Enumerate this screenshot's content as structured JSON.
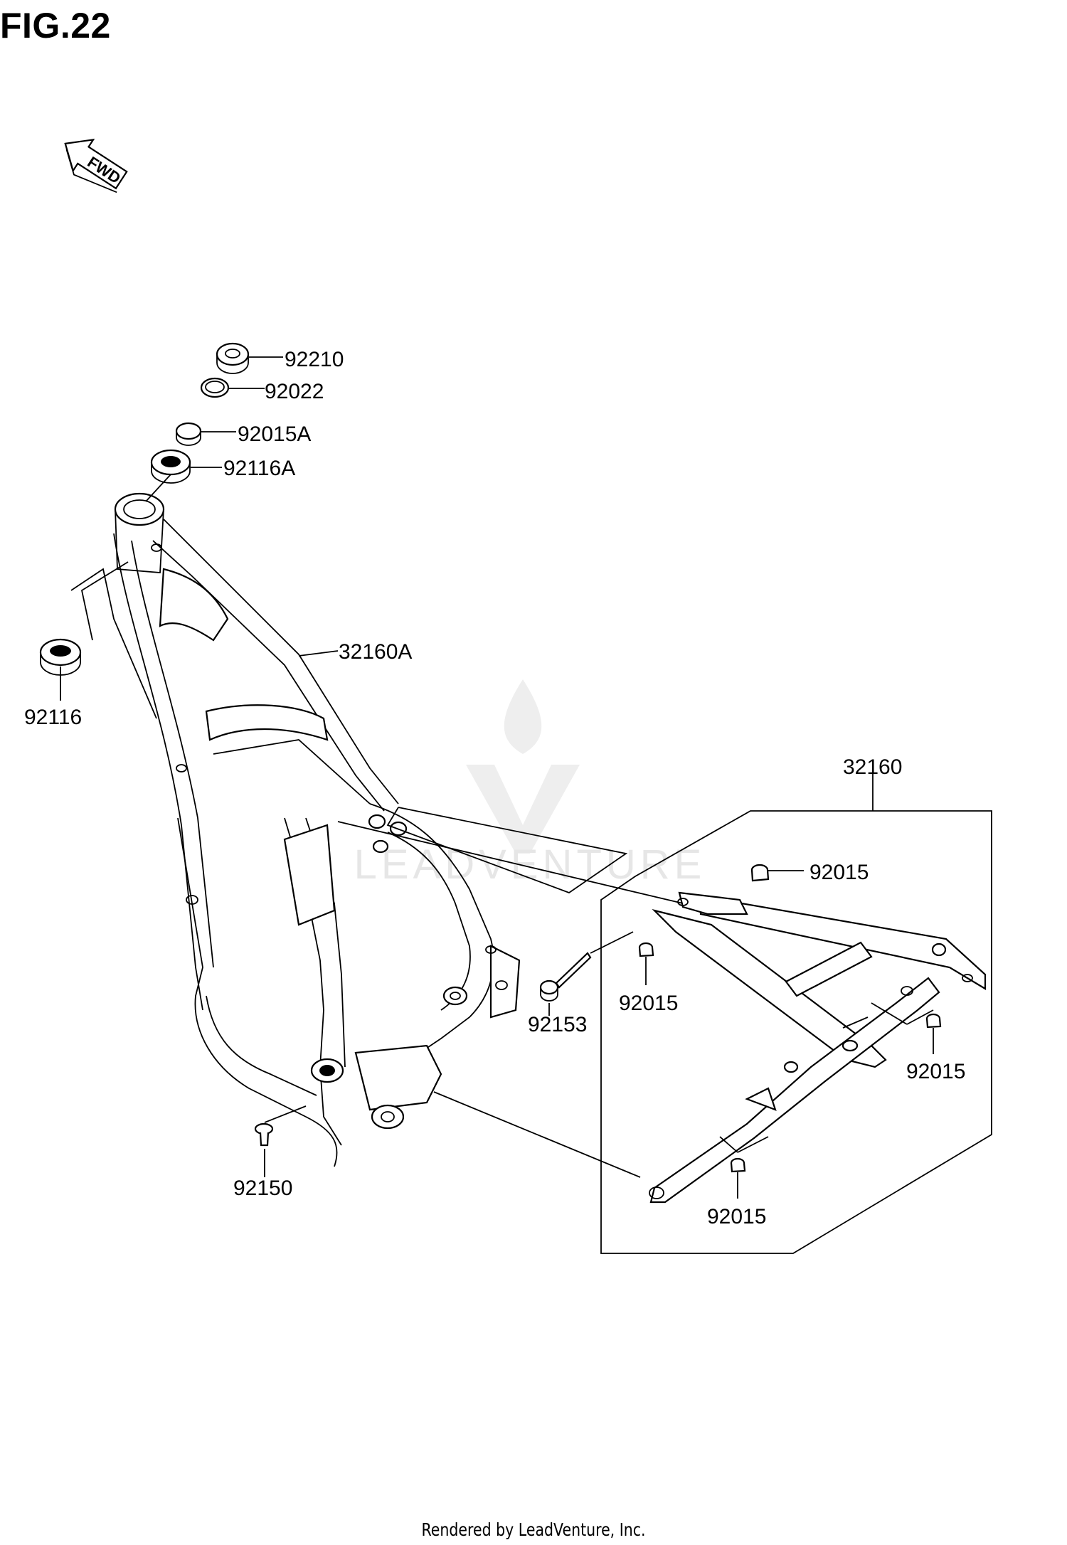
{
  "figure": {
    "title": "FIG.22",
    "fwd_label": "FWD"
  },
  "parts": [
    {
      "id": "p92210",
      "number": "92210",
      "name": "nut"
    },
    {
      "id": "p92022",
      "number": "92022",
      "name": "washer"
    },
    {
      "id": "p92015A",
      "number": "92015A",
      "name": "nut"
    },
    {
      "id": "p92116A",
      "number": "92116A",
      "name": "bearing"
    },
    {
      "id": "p92116",
      "number": "92116",
      "name": "bearing"
    },
    {
      "id": "p32160A",
      "number": "32160A",
      "name": "main-frame"
    },
    {
      "id": "p32160",
      "number": "32160",
      "name": "sub-frame"
    },
    {
      "id": "p92015a",
      "number": "92015",
      "name": "bolt"
    },
    {
      "id": "p92015b",
      "number": "92015",
      "name": "bolt"
    },
    {
      "id": "p92015c",
      "number": "92015",
      "name": "bolt"
    },
    {
      "id": "p92015d",
      "number": "92015",
      "name": "bolt"
    },
    {
      "id": "p92153",
      "number": "92153",
      "name": "bolt"
    },
    {
      "id": "p92150",
      "number": "92150",
      "name": "bolt"
    }
  ],
  "watermark": "LEADVENTURE",
  "footer": "Rendered by LeadVenture, Inc."
}
